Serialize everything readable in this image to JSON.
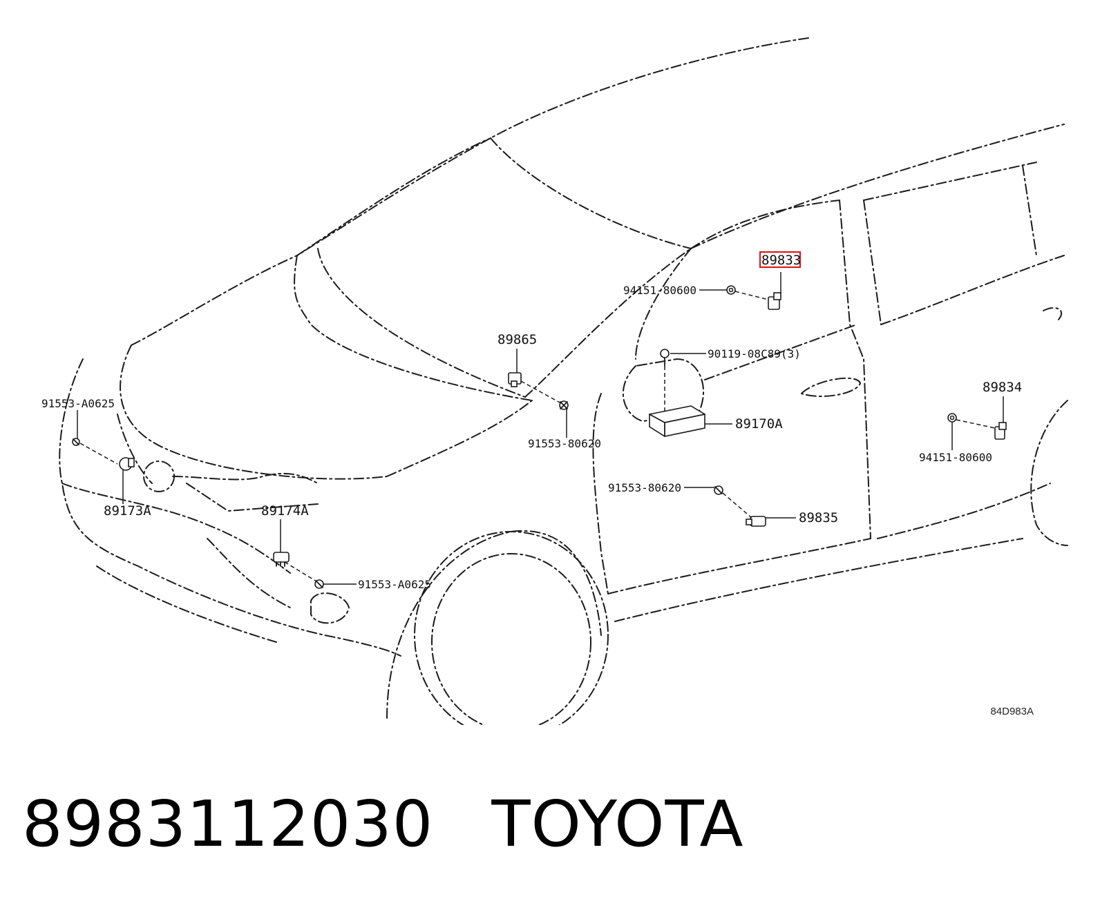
{
  "diagram": {
    "highlight_color": "#dd1111",
    "callouts": {
      "p89833": "89833",
      "p94151_top": "94151-80600",
      "p89865": "89865",
      "p90119": "90119-08C89(3)",
      "p91553_left": "91553-A0625",
      "p91553_mid": "91553-80620",
      "p89170A": "89170A",
      "p89834": "89834",
      "p94151_right": "94151-80600",
      "p89173A": "89173A",
      "p89174A": "89174A",
      "p91553_lower": "91553-80620",
      "p89835": "89835",
      "p91553_bottom": "91553-A0625"
    },
    "illustration_code": "84D983A"
  },
  "footer": {
    "part_number": "8983112030",
    "brand": "TOYOTA"
  }
}
